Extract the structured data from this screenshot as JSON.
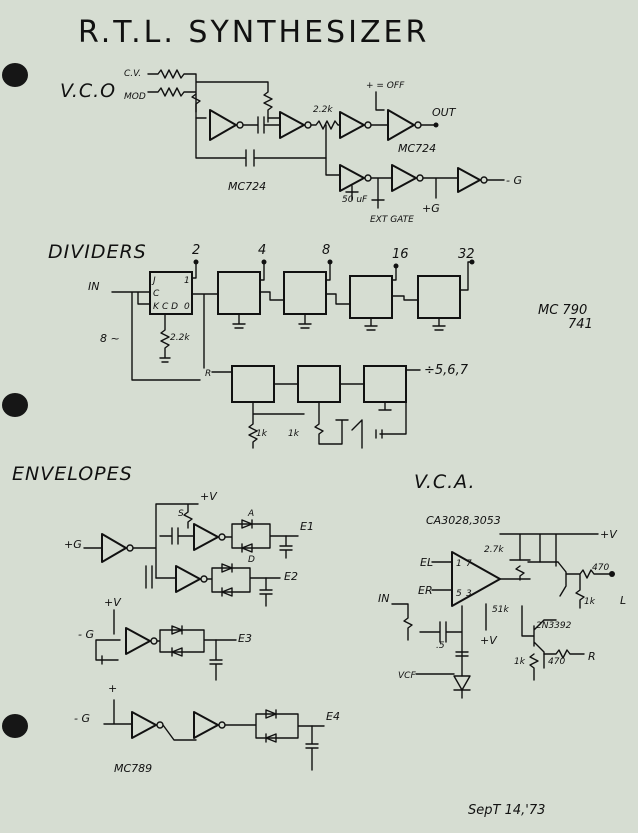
{
  "title": "R.T.L. SYNTHESIZER",
  "date": "SepT 14,'73",
  "colors": {
    "paper": "#d6ddd2",
    "ink": "#111111",
    "punch_hole": "#161616"
  },
  "vco": {
    "heading": "V.C.O",
    "input_cv": "C.V.",
    "input_mod": "MOD",
    "resistor_22k": "2.2k",
    "plus_off": "+ = OFF",
    "out": "OUT",
    "chip_upper": "MC724",
    "chip_lower": "MC724",
    "cap_50uf": "50 uF",
    "ext_gate": "EXT GATE",
    "plus_g": "+G",
    "minus_g": "- G"
  },
  "dividers": {
    "heading": "DIVIDERS",
    "in": "IN",
    "gnd_label": "8 ~",
    "flipflop_j": "J",
    "flipflop_c": "C",
    "flipflop_k": "K",
    "flipflop_cd": "C D",
    "flipflop_one": "1",
    "flipflop_zero": "0",
    "resistor_22k": "2.2k",
    "reset": "R",
    "taps": [
      "2",
      "4",
      "8",
      "16",
      "32"
    ],
    "ratio_out": "÷5,6,7",
    "res_1k_a": "1k",
    "res_1k_b": "1k",
    "chips": "MC 790\n741"
  },
  "envelopes": {
    "heading": "ENVELOPES",
    "plus_v": "+V",
    "plus_g": "+G",
    "s": "S",
    "a": "A",
    "d": "D",
    "e1": "E1",
    "e2": "E2",
    "e3": "E3",
    "e4": "E4",
    "minus_g_a": "- G",
    "minus_g_b": "- G",
    "plus_v_b": "+V",
    "plus_c": "+",
    "chip": "MC789"
  },
  "vca": {
    "heading": "V.C.A.",
    "chips": "CA3028,3053",
    "plus_v": "+V",
    "el": "EL",
    "er": "ER",
    "in": "IN",
    "r27k": "2.7k",
    "r470_top": "470",
    "r1k_right": "1k",
    "out_l": "L",
    "r51k": "51k",
    "plus_v_b": "+V",
    "cap_5": ".5",
    "transistor": "2N3392",
    "r1k_left": "1k",
    "r470_bottom": "470",
    "out_r": "R",
    "vcf": "VCF",
    "pin1": "1",
    "pin7": "7",
    "pin5": "5",
    "pin3": "3"
  }
}
